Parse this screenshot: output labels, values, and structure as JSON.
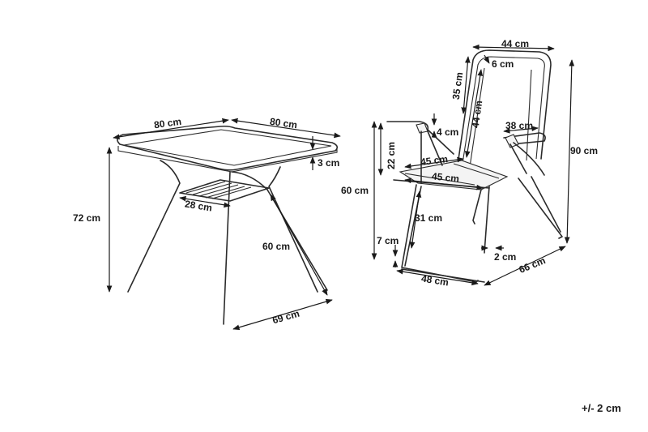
{
  "table": {
    "top_width_front": "80 cm",
    "top_width_side": "80 cm",
    "top_thickness": "3 cm",
    "height": "72 cm",
    "shelf_depth": "28 cm",
    "leg_length": "60 cm",
    "base_diagonal": "69 cm"
  },
  "chair": {
    "back_width": "44 cm",
    "back_top_offset": "6 cm",
    "back_upper_height": "35 cm",
    "back_height": "44 cm",
    "armrest_step": "4 cm",
    "armrest_length": "38 cm",
    "total_height": "90 cm",
    "armrest_height": "22 cm",
    "seat_width_back": "45 cm",
    "seat_width_front": "45 cm",
    "seat_height": "60 cm",
    "leg_height": "31 cm",
    "foot_height": "7 cm",
    "foot_offset": "2 cm",
    "width": "48 cm",
    "depth": "66 cm"
  },
  "tolerance": "+/- 2 cm"
}
